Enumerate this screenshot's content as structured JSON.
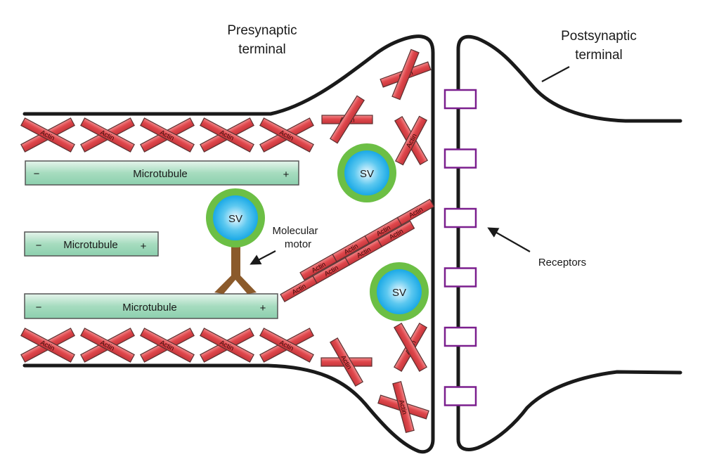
{
  "figure": {
    "labels": {
      "presynaptic_line1": "Presynaptic",
      "presynaptic_line2": "terminal",
      "postsynaptic_line1": "Postsynaptic",
      "postsynaptic_line2": "terminal",
      "motor_line1": "Molecular",
      "motor_line2": "motor",
      "receptors": "Receptors"
    },
    "microtubules": [
      {
        "label": "Microtubule",
        "minus": "−",
        "plus": "+"
      },
      {
        "label": "Microtubule",
        "minus": "−",
        "plus": "+"
      },
      {
        "label": "Microtubule",
        "minus": "−",
        "plus": "+"
      }
    ],
    "actin_label": "Actin",
    "vesicle_label": "SV",
    "actin_cross_count_top_row": 5,
    "actin_cross_count_bottom_row": 5,
    "receptor_count": 6,
    "vesicle_count": 3,
    "colors": {
      "actin": "#e0474c",
      "microtubule": "#a6dcbf",
      "vesicle_membrane": "#6cbf45",
      "vesicle_lumen": "#1fb0e8",
      "motor": "#8b5a2b",
      "receptor": "#7b1f8e",
      "membrane": "#1a1a1a"
    }
  }
}
